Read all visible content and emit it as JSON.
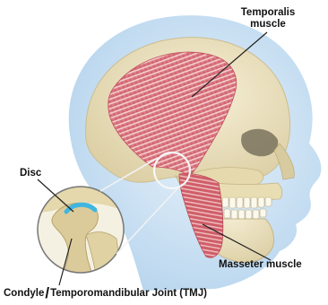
{
  "labels": {
    "temporalis_line1": "Temporalis",
    "temporalis_line2": "muscle",
    "disc": "Disc",
    "masseter": "Masseter muscle",
    "condyle": "Condyle",
    "tmj": "Temporomandibular Joint (TMJ)"
  },
  "colors": {
    "skin_halo": "#cfe3f4",
    "skull": "#efe6c8",
    "muscle": "#d9727a",
    "muscle_stripe": "#f2c2c4",
    "disc": "#3fb6e0",
    "leader_line": "#222222"
  }
}
